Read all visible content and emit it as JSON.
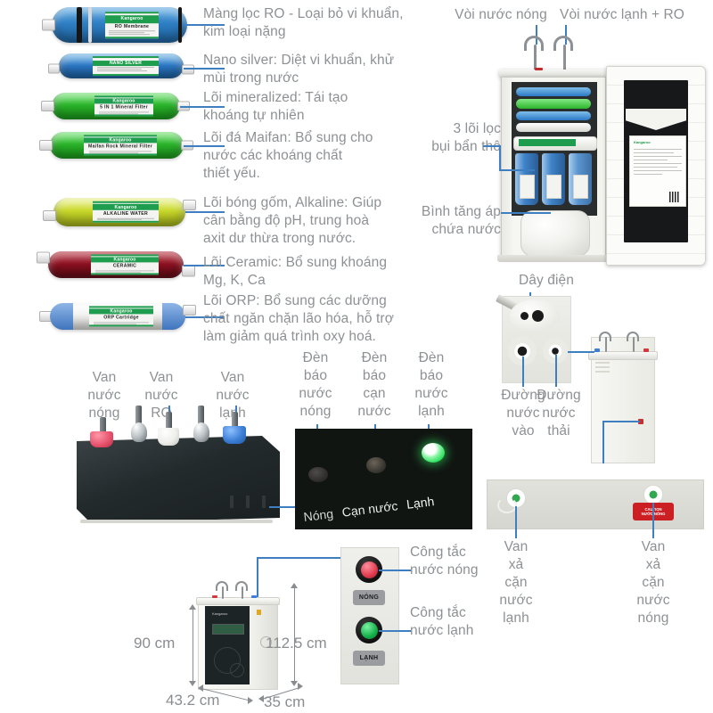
{
  "filters": [
    {
      "id": "ro-membrane",
      "text": "Màng lọc RO - Loại bỏ vi khuẩn,\nkim loại nặng",
      "brand": "Kangaroo",
      "cartridge_label": "RO Membrane",
      "color": "#2f7fc4"
    },
    {
      "id": "nano-silver",
      "text": "Nano silver: Diệt vi khuẩn, khử\nmùi trong nước",
      "brand": "Kangaroo",
      "cartridge_label": "NANO SILVER",
      "color": "#2a78c6"
    },
    {
      "id": "mineralized",
      "text": "Lõi mineralized: Tái tạo\nkhoáng tự nhiên",
      "brand": "Kangaroo",
      "cartridge_label": "5 IN 1 Mineral Filter",
      "color": "#2bb62b"
    },
    {
      "id": "maifan-stone",
      "text": "Lõi đá Maifan: Bổ sung cho\nnước các khoáng chất\nthiết yếu.",
      "brand": "Kangaroo",
      "cartridge_label": "Maifan Rock Mineral Filter",
      "color": "#2bb62b"
    },
    {
      "id": "alkaline",
      "text": "Lõi bóng gốm, Alkaline: Giúp\ncân bằng độ pH, trung hoà\naxit dư thừa trong nước.",
      "brand": "Kangaroo",
      "cartridge_label": "ALKALINE WATER",
      "color": "#c9d92b"
    },
    {
      "id": "ceramic",
      "text": "Lõi Ceramic: Bổ sung khoáng\nMg, K, Ca",
      "brand": "Kangaroo",
      "cartridge_label": "CERAMIC",
      "color": "#8c1020"
    },
    {
      "id": "orp",
      "text": "Lõi ORP: Bổ sung các dưỡng\nchất ngăn chặn lão hóa, hỗ trợ\nlàm giảm quá trình oxy hoá.",
      "brand": "Kangaroo",
      "cartridge_label": "ORP Cartridge",
      "color": "#f2f2f0"
    }
  ],
  "cabinet": {
    "hot_faucet_label": "Vòi nước nóng",
    "cold_ro_faucet_label": "Vòi nước lạnh + RO",
    "coarse_filters_label": "3 lõi lọc\nbụi bẩn thô",
    "pressure_tank_label": "Bình tăng áp\nchứa nước",
    "door_notice_brand": "Kangaroo"
  },
  "valves": {
    "hot_label": "Van\nnước\nnóng",
    "ro_label": "Van\nnước\nRO",
    "cold_label": "Van\nnước\nlạnh",
    "hot_color": "#e4506b",
    "ro_color": "#f2f2f2",
    "cold_color": "#3d7fd6"
  },
  "indicators": {
    "hot_lamp_label": "Đèn\nbáo\nnước\nnóng",
    "empty_lamp_label": "Đèn\nbáo\ncạn\nnước",
    "cold_lamp_label": "Đèn\nbáo\nnước\nlạnh",
    "panel_hot": "Nóng",
    "panel_empty": "Cạn nước",
    "panel_cold": "Lạnh",
    "cold_lamp_color": "#2fe05e",
    "panel_color": "#111512"
  },
  "rear": {
    "power_cord_label": "Dây điện",
    "water_inlet_label": "Đường\nnước\nvào",
    "waste_water_label": "Đường\nnước\nthải"
  },
  "drains": {
    "cold_drain_label": "Van\nxả\ncặn\nnước\nlạnh",
    "hot_drain_label": "Van\nxả\ncặn\nnước\nnóng",
    "caution_tag": "CAUTION\nNƯỚC NÓNG",
    "valve_color": "#2fa84f"
  },
  "switches": {
    "hot_switch_label": "Công tắc\nnước nóng",
    "cold_switch_label": "Công tắc\nnước lạnh",
    "hot_button_text": "NÓNG",
    "cold_button_text": "LẠNH",
    "hot_button_color": "#e03b4e",
    "cold_button_color": "#14b04a"
  },
  "dimensions": {
    "height_body": "90 cm",
    "height_total": "112.5 cm",
    "width": "43.2 cm",
    "depth": "35 cm"
  },
  "colors": {
    "text_gray": "#8e9194",
    "connector_blue": "#3d7fc1",
    "green_band": "#1f9d4e"
  }
}
